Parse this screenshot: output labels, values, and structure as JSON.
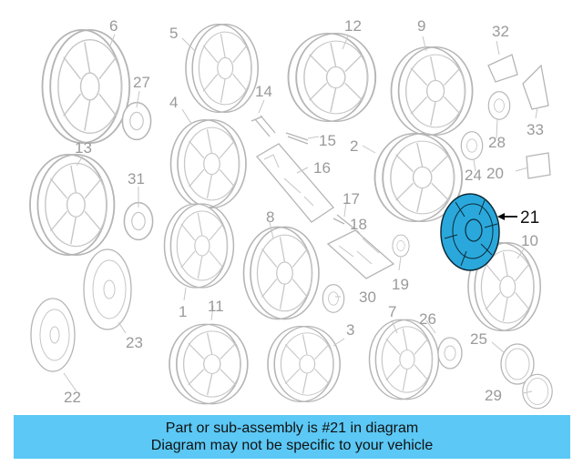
{
  "diagram": {
    "labels": {
      "p1": "1",
      "p2": "2",
      "p3": "3",
      "p4": "4",
      "p5": "5",
      "p6": "6",
      "p7": "7",
      "p8": "8",
      "p9": "9",
      "p10": "10",
      "p11": "11",
      "p12": "12",
      "p13": "13",
      "p14": "14",
      "p15": "15",
      "p16": "16",
      "p17": "17",
      "p18": "18",
      "p19": "19",
      "p20": "20",
      "p21": "21",
      "p22": "22",
      "p23": "23",
      "p24": "24",
      "p25": "25",
      "p26": "26",
      "p27": "27",
      "p28": "28",
      "p29": "29",
      "p30": "30",
      "p31": "31",
      "p32": "32",
      "p33": "33"
    },
    "highlight_part": "21",
    "highlight_color": "#2aa8dc"
  },
  "footer": {
    "line1": "Part or sub-assembly is #21 in diagram",
    "line2": "Diagram may not be specific to your vehicle",
    "background": "#5bc8f5"
  }
}
